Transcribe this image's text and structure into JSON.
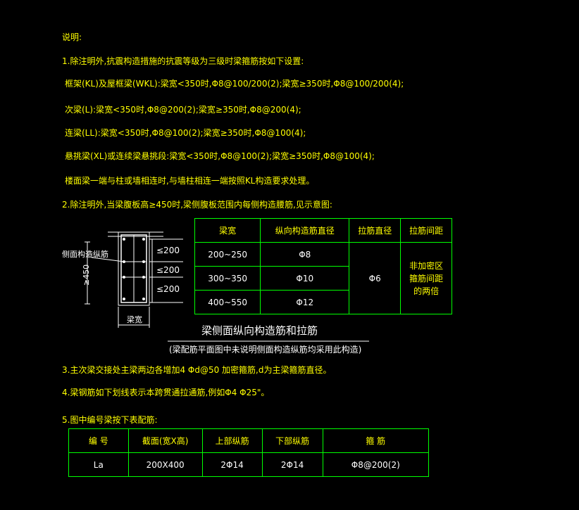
{
  "notes": {
    "title": "说明:",
    "line1": "1.除注明外,抗震构造措施的抗震等级为三级时梁箍筋按如下设置:",
    "line1a": "框架(KL)及屋框梁(WKL):梁宽<350时,Φ8@100/200(2);梁宽≥350时,Φ8@100/200(4);",
    "line1b": "次梁(L):梁宽<350时,Φ8@200(2);梁宽≥350时,Φ8@200(4);",
    "line1c": "连梁(LL):梁宽<350时,Φ8@100(2);梁宽≥350时,Φ8@100(4);",
    "line1d": "悬挑梁(XL)或连续梁悬挑段:梁宽<350时,Φ8@100(2);梁宽≥350时,Φ8@100(4);",
    "line1e": "楼面梁一端与柱或墙相连时,与墙柱相连一端按照KL构造要求处理。",
    "line2": "2.除注明外,当梁腹板高≥450时,梁侧腹板范围内每侧构造腰筋,见示意图:",
    "line3": "3.主次梁交接处主梁两边各增加4 Φd@50 加密箍筋,d为主梁箍筋直径。",
    "line4": "4.梁钢筋如下划线表示本跨贯通拉通筋,例如Φ4 Φ25\"。",
    "line5": "5.图中编号梁按下表配筋:"
  },
  "diagram": {
    "side_label": "侧面构造纵筋",
    "height_label": "≥450",
    "spacing": [
      "≤200",
      "≤200",
      "≤200"
    ],
    "width_label": "梁宽",
    "title": "梁侧面纵向构造筋和拉筋",
    "subtitle": "(梁配筋平面图中未说明侧面构造纵筋均采用此构造)"
  },
  "side_table": {
    "headers": [
      "梁宽",
      "纵向构造筋直径",
      "拉筋直径",
      "拉筋间距"
    ],
    "rows": [
      {
        "width": "200~250",
        "dia": "Φ8"
      },
      {
        "width": "300~350",
        "dia": "Φ10"
      },
      {
        "width": "400~550",
        "dia": "Φ12"
      }
    ],
    "tie_dia": "Φ6",
    "tie_spacing": "非加密区\n箍筋间距\n的两倍"
  },
  "beam_table": {
    "headers": [
      "编 号",
      "截面(宽X高)",
      "上部纵筋",
      "下部纵筋",
      "箍 筋"
    ],
    "rows": [
      {
        "id": "La",
        "section": "200X400",
        "top": "2Φ14",
        "bottom": "2Φ14",
        "stirrup": "Φ8@200(2)"
      }
    ]
  },
  "colors": {
    "text": "#ffff00",
    "lines": "#00ff00",
    "values": "#ffffff",
    "background": "#000000"
  }
}
